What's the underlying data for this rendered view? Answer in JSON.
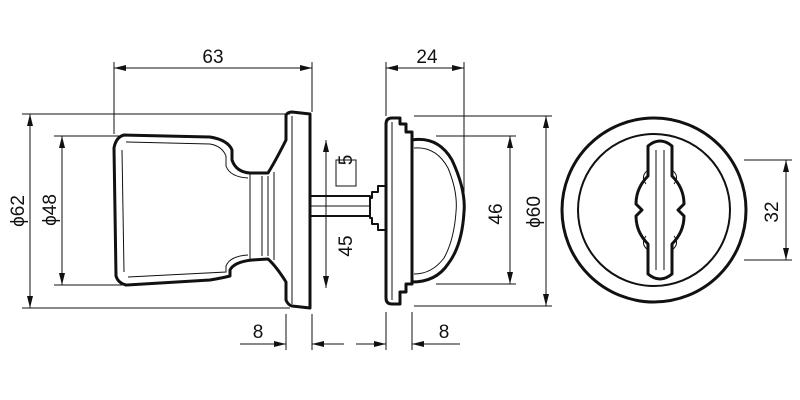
{
  "drawing": {
    "dimensions": {
      "width_63": "63",
      "width_24": "24",
      "dia_62": "ϕ62",
      "dia_48": "ϕ48",
      "dia_60": "ϕ60",
      "dim_46": "46",
      "dim_32": "32",
      "dim_5": "5",
      "dim_45": "45",
      "left_8": "8",
      "right_8": "8"
    }
  }
}
